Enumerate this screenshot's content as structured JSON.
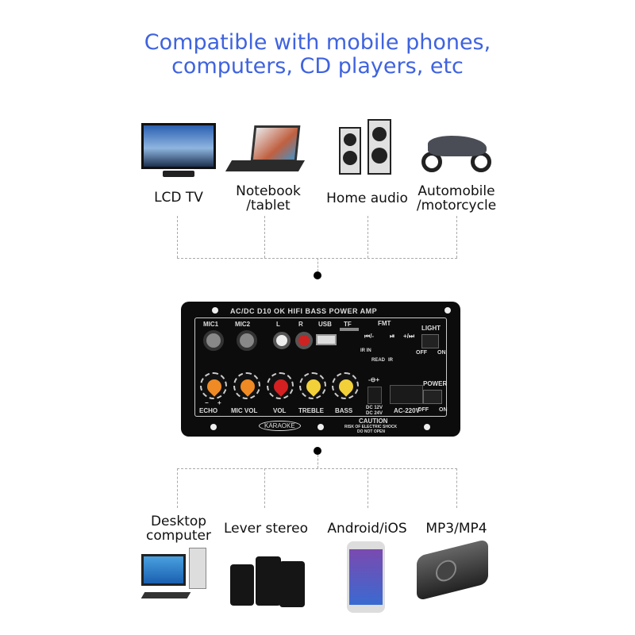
{
  "heading": {
    "line1": "Compatible with mobile phones,",
    "line2": "computers, CD players, etc",
    "color": "#3f63df"
  },
  "top_devices": [
    {
      "label": "LCD TV",
      "icon": "tv-icon"
    },
    {
      "label1": "Notebook",
      "label2": "/tablet",
      "icon": "laptop-icon"
    },
    {
      "label": "Home audio",
      "icon": "speaker-icon"
    },
    {
      "label1": "Automobile",
      "label2": "/motorcycle",
      "icon": "motorcycle-icon"
    }
  ],
  "bottom_devices": [
    {
      "label1": "Desktop",
      "label2": "computer",
      "icon": "desktop-icon"
    },
    {
      "label": "Lever stereo",
      "icon": "trolley-speaker-icon"
    },
    {
      "label": "Android/iOS",
      "icon": "phone-icon"
    },
    {
      "label": "MP3/MP4",
      "icon": "mp3-player-icon"
    }
  ],
  "panel": {
    "header": "AC/DC  D10 OK  HIFI    BASS  POWER  AMP",
    "mic1": "MIC1",
    "mic2": "MIC2",
    "l": "L",
    "r": "R",
    "usb": "USB",
    "tf": "TF",
    "fmt": "FMT",
    "prev": "⏮/-",
    "play": "⏯",
    "next": "+/⏭",
    "ir_in": "IR IN",
    "read": "READ",
    "ir": "IR",
    "light": "LIGHT",
    "off": "OFF",
    "on": "ON",
    "power": "POWER",
    "knobs": [
      {
        "label": "ECHO",
        "color": "#f08a24"
      },
      {
        "label": "MIC VOL",
        "color": "#f08a24"
      },
      {
        "label": "VOL",
        "color": "#d42020"
      },
      {
        "label": "TREBLE",
        "color": "#f2d03a"
      },
      {
        "label": "BASS",
        "color": "#f2d03a"
      }
    ],
    "minus": "−",
    "plus": "+",
    "dc": "DC 12V\nDC 24V",
    "dc_symbol": "-⊖+",
    "ac": "AC-220V",
    "karaoke": "KARAOKE",
    "caution": "CAUTION",
    "caution_sub1": "RISK OF ELECTRIC SHOCK",
    "caution_sub2": "DO NOT OPEN"
  }
}
